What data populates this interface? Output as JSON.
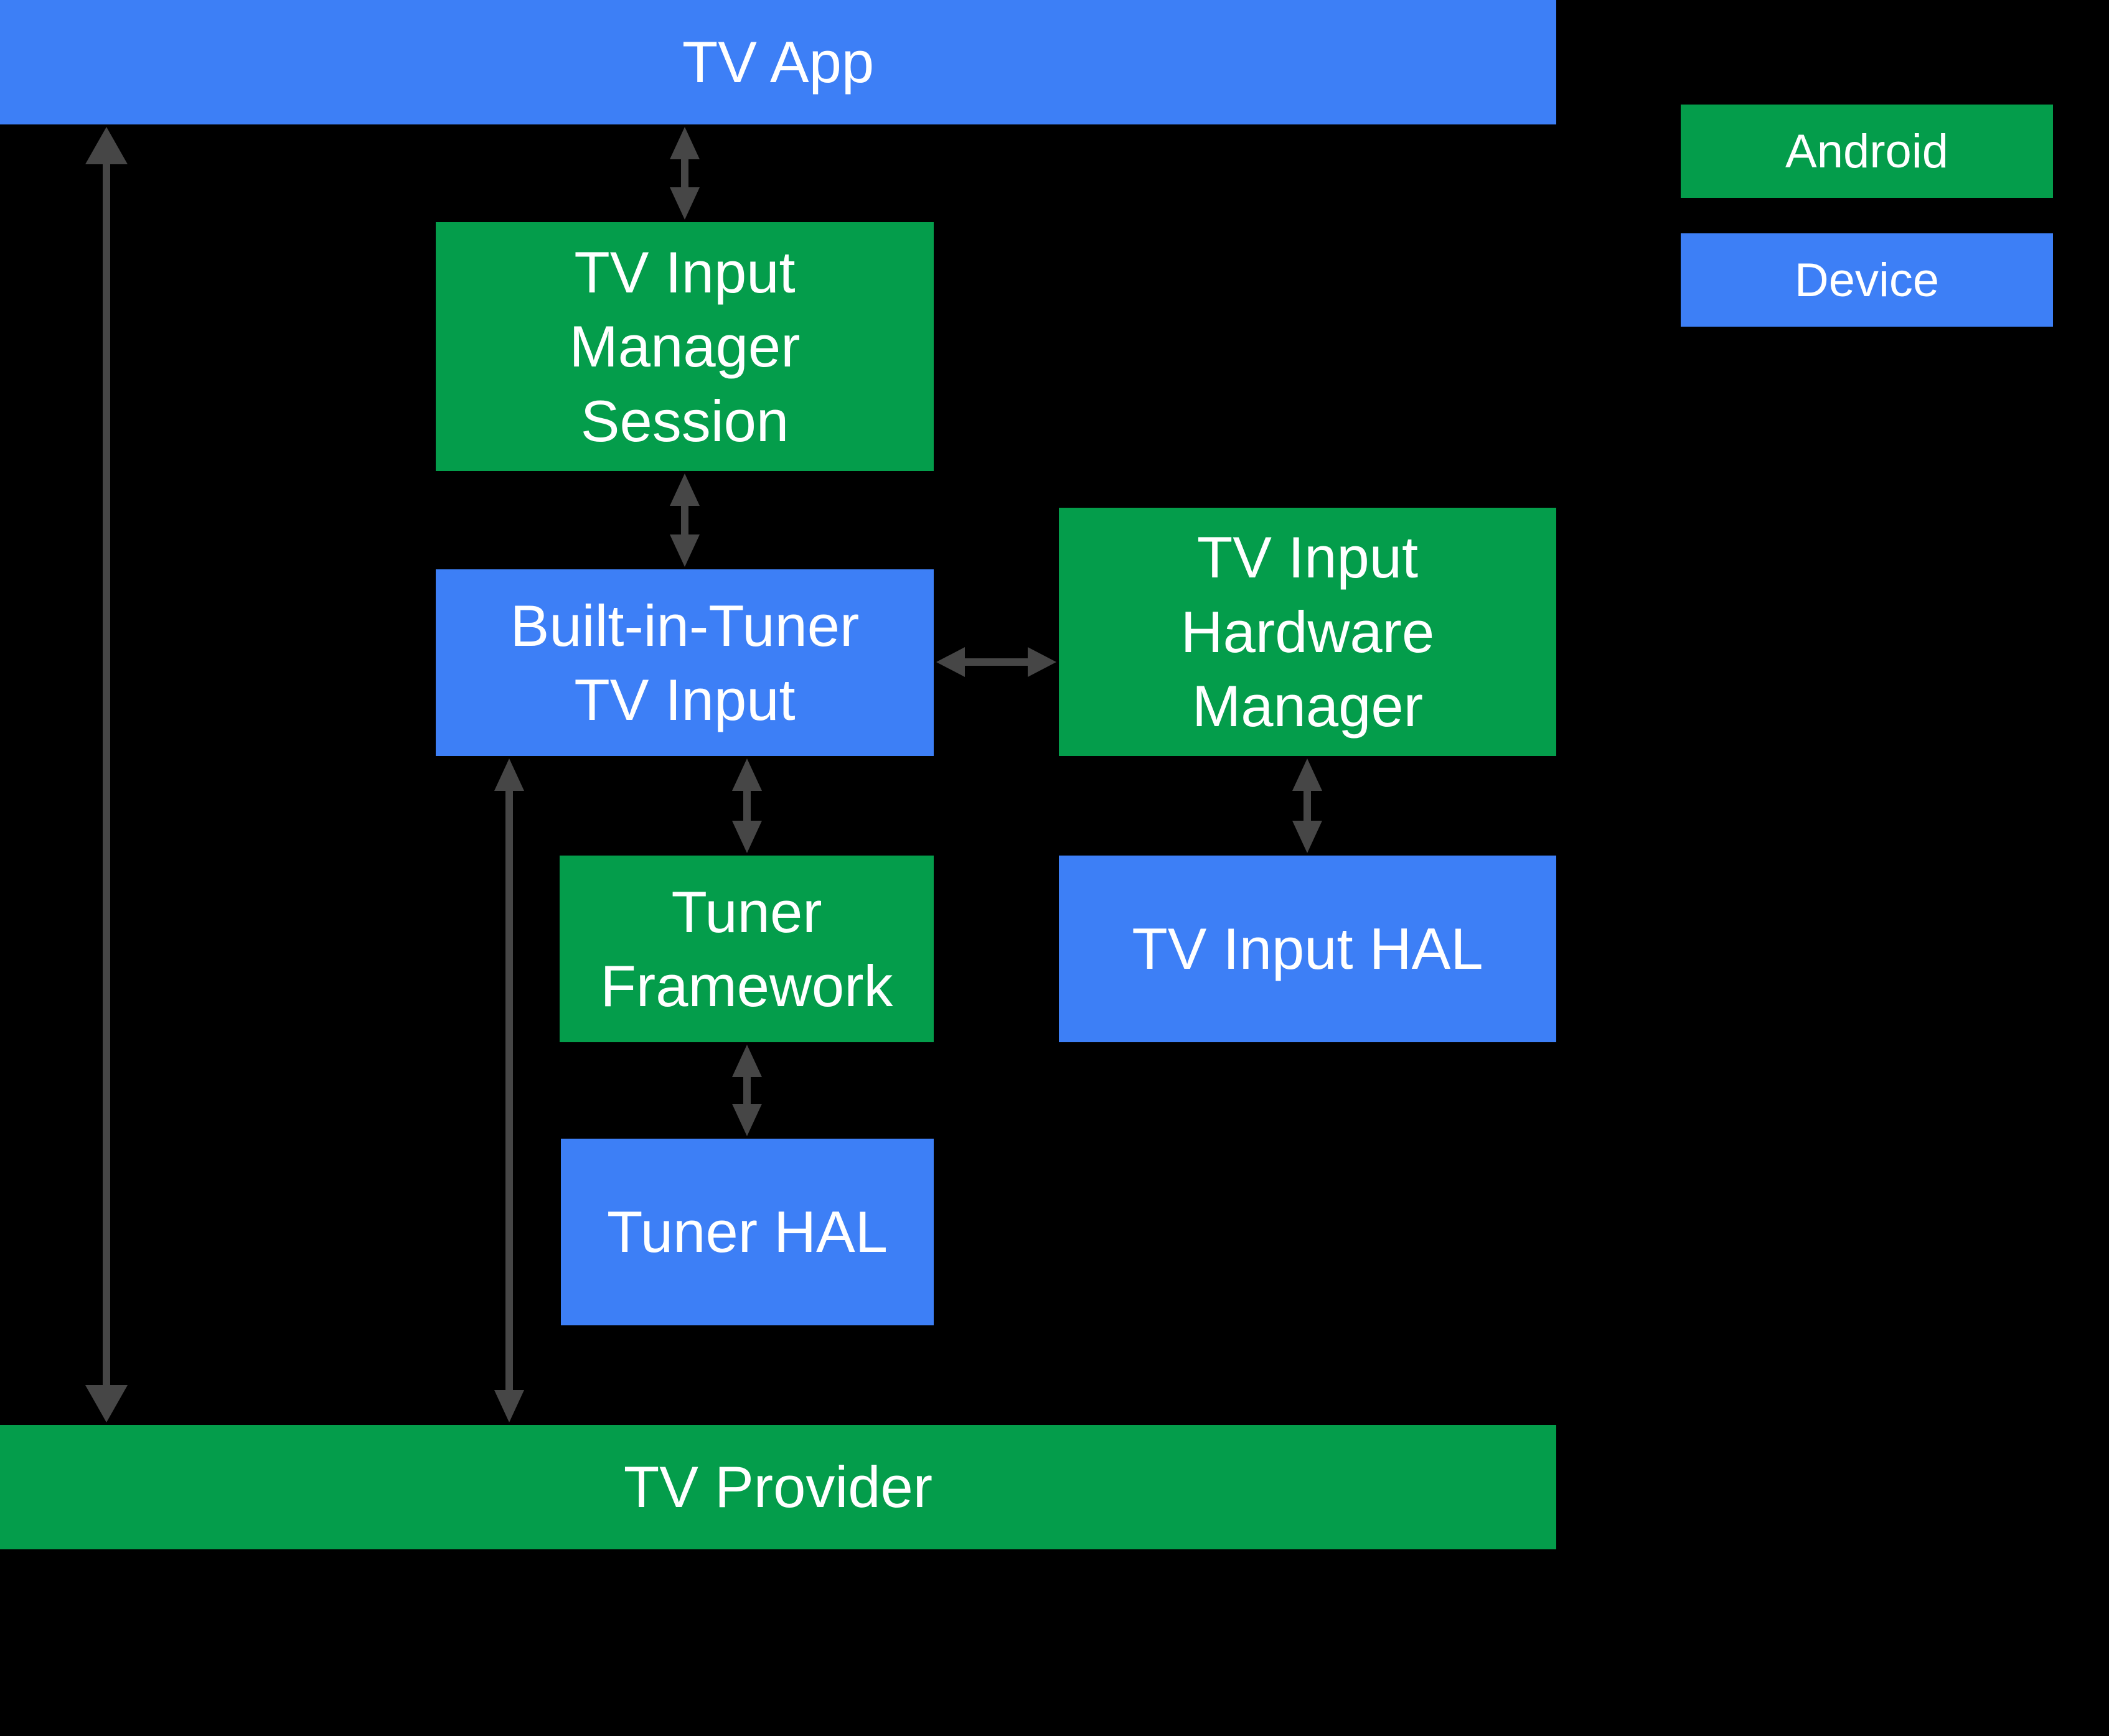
{
  "colors": {
    "background": "#000000",
    "android_green": "#049D4B",
    "device_blue": "#3D7FF6",
    "arrow_gray": "#464646",
    "label_text": "#FFFFFF"
  },
  "boxes": [
    {
      "id": "tv-app",
      "role": "device",
      "label": [
        "TV App"
      ]
    },
    {
      "id": "tv-input-manager-session",
      "role": "android",
      "label": [
        "TV Input",
        "Manager",
        "Session"
      ]
    },
    {
      "id": "built-in-tuner-tv-input",
      "role": "device",
      "label": [
        "Built-in-Tuner",
        "TV Input"
      ]
    },
    {
      "id": "tv-input-hardware-manager",
      "role": "android",
      "label": [
        "TV Input",
        "Hardware",
        "Manager"
      ]
    },
    {
      "id": "tuner-framework",
      "role": "android",
      "label": [
        "Tuner",
        "Framework"
      ]
    },
    {
      "id": "tv-input-hal",
      "role": "device",
      "label": [
        "TV Input HAL"
      ]
    },
    {
      "id": "tuner-hal",
      "role": "device",
      "label": [
        "Tuner HAL"
      ]
    },
    {
      "id": "tv-provider",
      "role": "android",
      "label": [
        "TV Provider"
      ]
    }
  ],
  "legend": {
    "items": [
      {
        "id": "android",
        "label": "Android",
        "color": "#049D4B"
      },
      {
        "id": "device",
        "label": "Device",
        "color": "#3D7FF6"
      }
    ]
  },
  "connections": [
    {
      "from": "TV App",
      "to": "TV Provider",
      "style": "bidirectional"
    },
    {
      "from": "TV App",
      "to": "TV Input Manager Session",
      "style": "bidirectional"
    },
    {
      "from": "TV Input Manager Session",
      "to": "Built-in-Tuner TV Input",
      "style": "bidirectional"
    },
    {
      "from": "Built-in-Tuner TV Input",
      "to": "TV Input Hardware Manager",
      "style": "bidirectional"
    },
    {
      "from": "Built-in-Tuner TV Input",
      "to": "TV Provider",
      "style": "bidirectional"
    },
    {
      "from": "Built-in-Tuner TV Input",
      "to": "Tuner Framework",
      "style": "bidirectional"
    },
    {
      "from": "TV Input Hardware Manager",
      "to": "TV Input HAL",
      "style": "bidirectional"
    },
    {
      "from": "Tuner Framework",
      "to": "Tuner HAL",
      "style": "bidirectional"
    }
  ]
}
